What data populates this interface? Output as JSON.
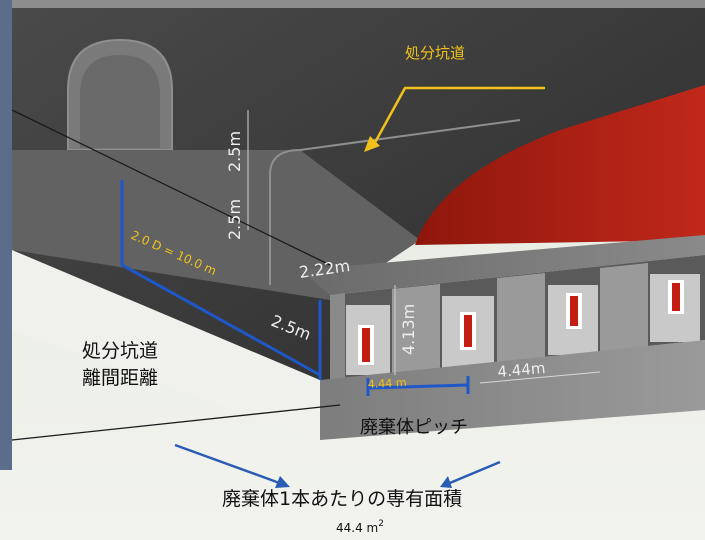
{
  "labels": {
    "disposal_tunnel": "処分坑道",
    "height_upper": "2.5m",
    "height_lower": "2.5m",
    "width_222": "2.22m",
    "spacing": "2.0 D = 10.0 m",
    "side_25": "2.5m",
    "hole_depth": "4.13m",
    "pitch_left": "4.44 m",
    "pitch_right": "4.44m",
    "tunnel_spacing_line1": "処分坑道",
    "tunnel_spacing_line2": "離間距離",
    "waste_pitch": "廃棄体ピッチ",
    "area_title": "廃棄体1本あたりの専有面積",
    "area_value": "44.4 m",
    "area_sup": "2"
  },
  "colors": {
    "tunnel_red": "#b01e12",
    "callout_yellow": "#f2c21b",
    "dimension_blue": "#1f57c9",
    "arrow_blue": "#2a5bb5"
  }
}
